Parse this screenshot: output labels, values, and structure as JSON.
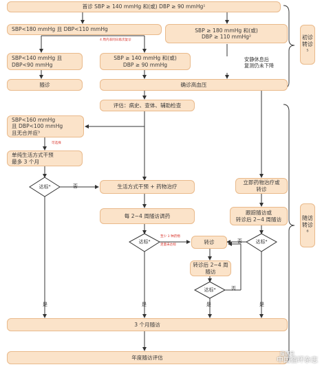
{
  "boxes": {
    "top": "首诊 SBP ≥ 140 mmHg 和(或) DBP ≥ 90 mmHg¹",
    "b_low": "SBP<180 mmHg 且 DBP<110 mmHg",
    "b_high": "SBP ≥ 180 mmHg 和(或)\nDBP ≥ 110 mmHg²",
    "b_normal": "SBP<140 mmHg 且\nDBP<90 mmHg",
    "b_elev": "SBP ≥ 140 mmHg 和(或)\nDBP ≥ 90 mmHg",
    "b_followup": "随诊",
    "b_confirm": "确诊高血压",
    "b_eval": "评估：病史、查体、辅助检查",
    "b_mild": "SBP<160 mmHg\n且 DBP<100 mmHg\n且无合并症³",
    "b_lifestyle_only": "单纯生活方式干预\n最多 3 个月",
    "b_lifestyle_drug": "生活方式干预 + 药物治疗",
    "b_immediate": "立即药物治疗或\n转诊",
    "b_adjust": "每 2~4 周随访调药",
    "b_track": "跟踪随访或\n转诊后 2~4 周随访",
    "b_refer": "转诊",
    "b_refer_after": "转诊后 2~4 周\n随访",
    "b_3month": "3 个月随访",
    "b_annual": "年度随访评估"
  },
  "side_labels": {
    "first": "初诊转诊⁵",
    "followup": "随访转诊⁶"
  },
  "notes": {
    "recheck": "4 周内非同日再次复诊",
    "rest": "安静休息后\n复测仍未下降",
    "optional": "可选择",
    "three_drugs": "至少 3 种药物",
    "full_dose": "足量未达标"
  },
  "decisions": {
    "d_reach": "达标⁴"
  },
  "arrow_labels": {
    "no": "否",
    "yes": "是"
  },
  "watermark": {
    "line1": "搜狐号",
    "line2": "中国循环杂志"
  },
  "colors": {
    "box_fill": "#fbe3c9",
    "box_border": "#e9b98a",
    "note_red": "#d9342b",
    "line": "#333333"
  }
}
